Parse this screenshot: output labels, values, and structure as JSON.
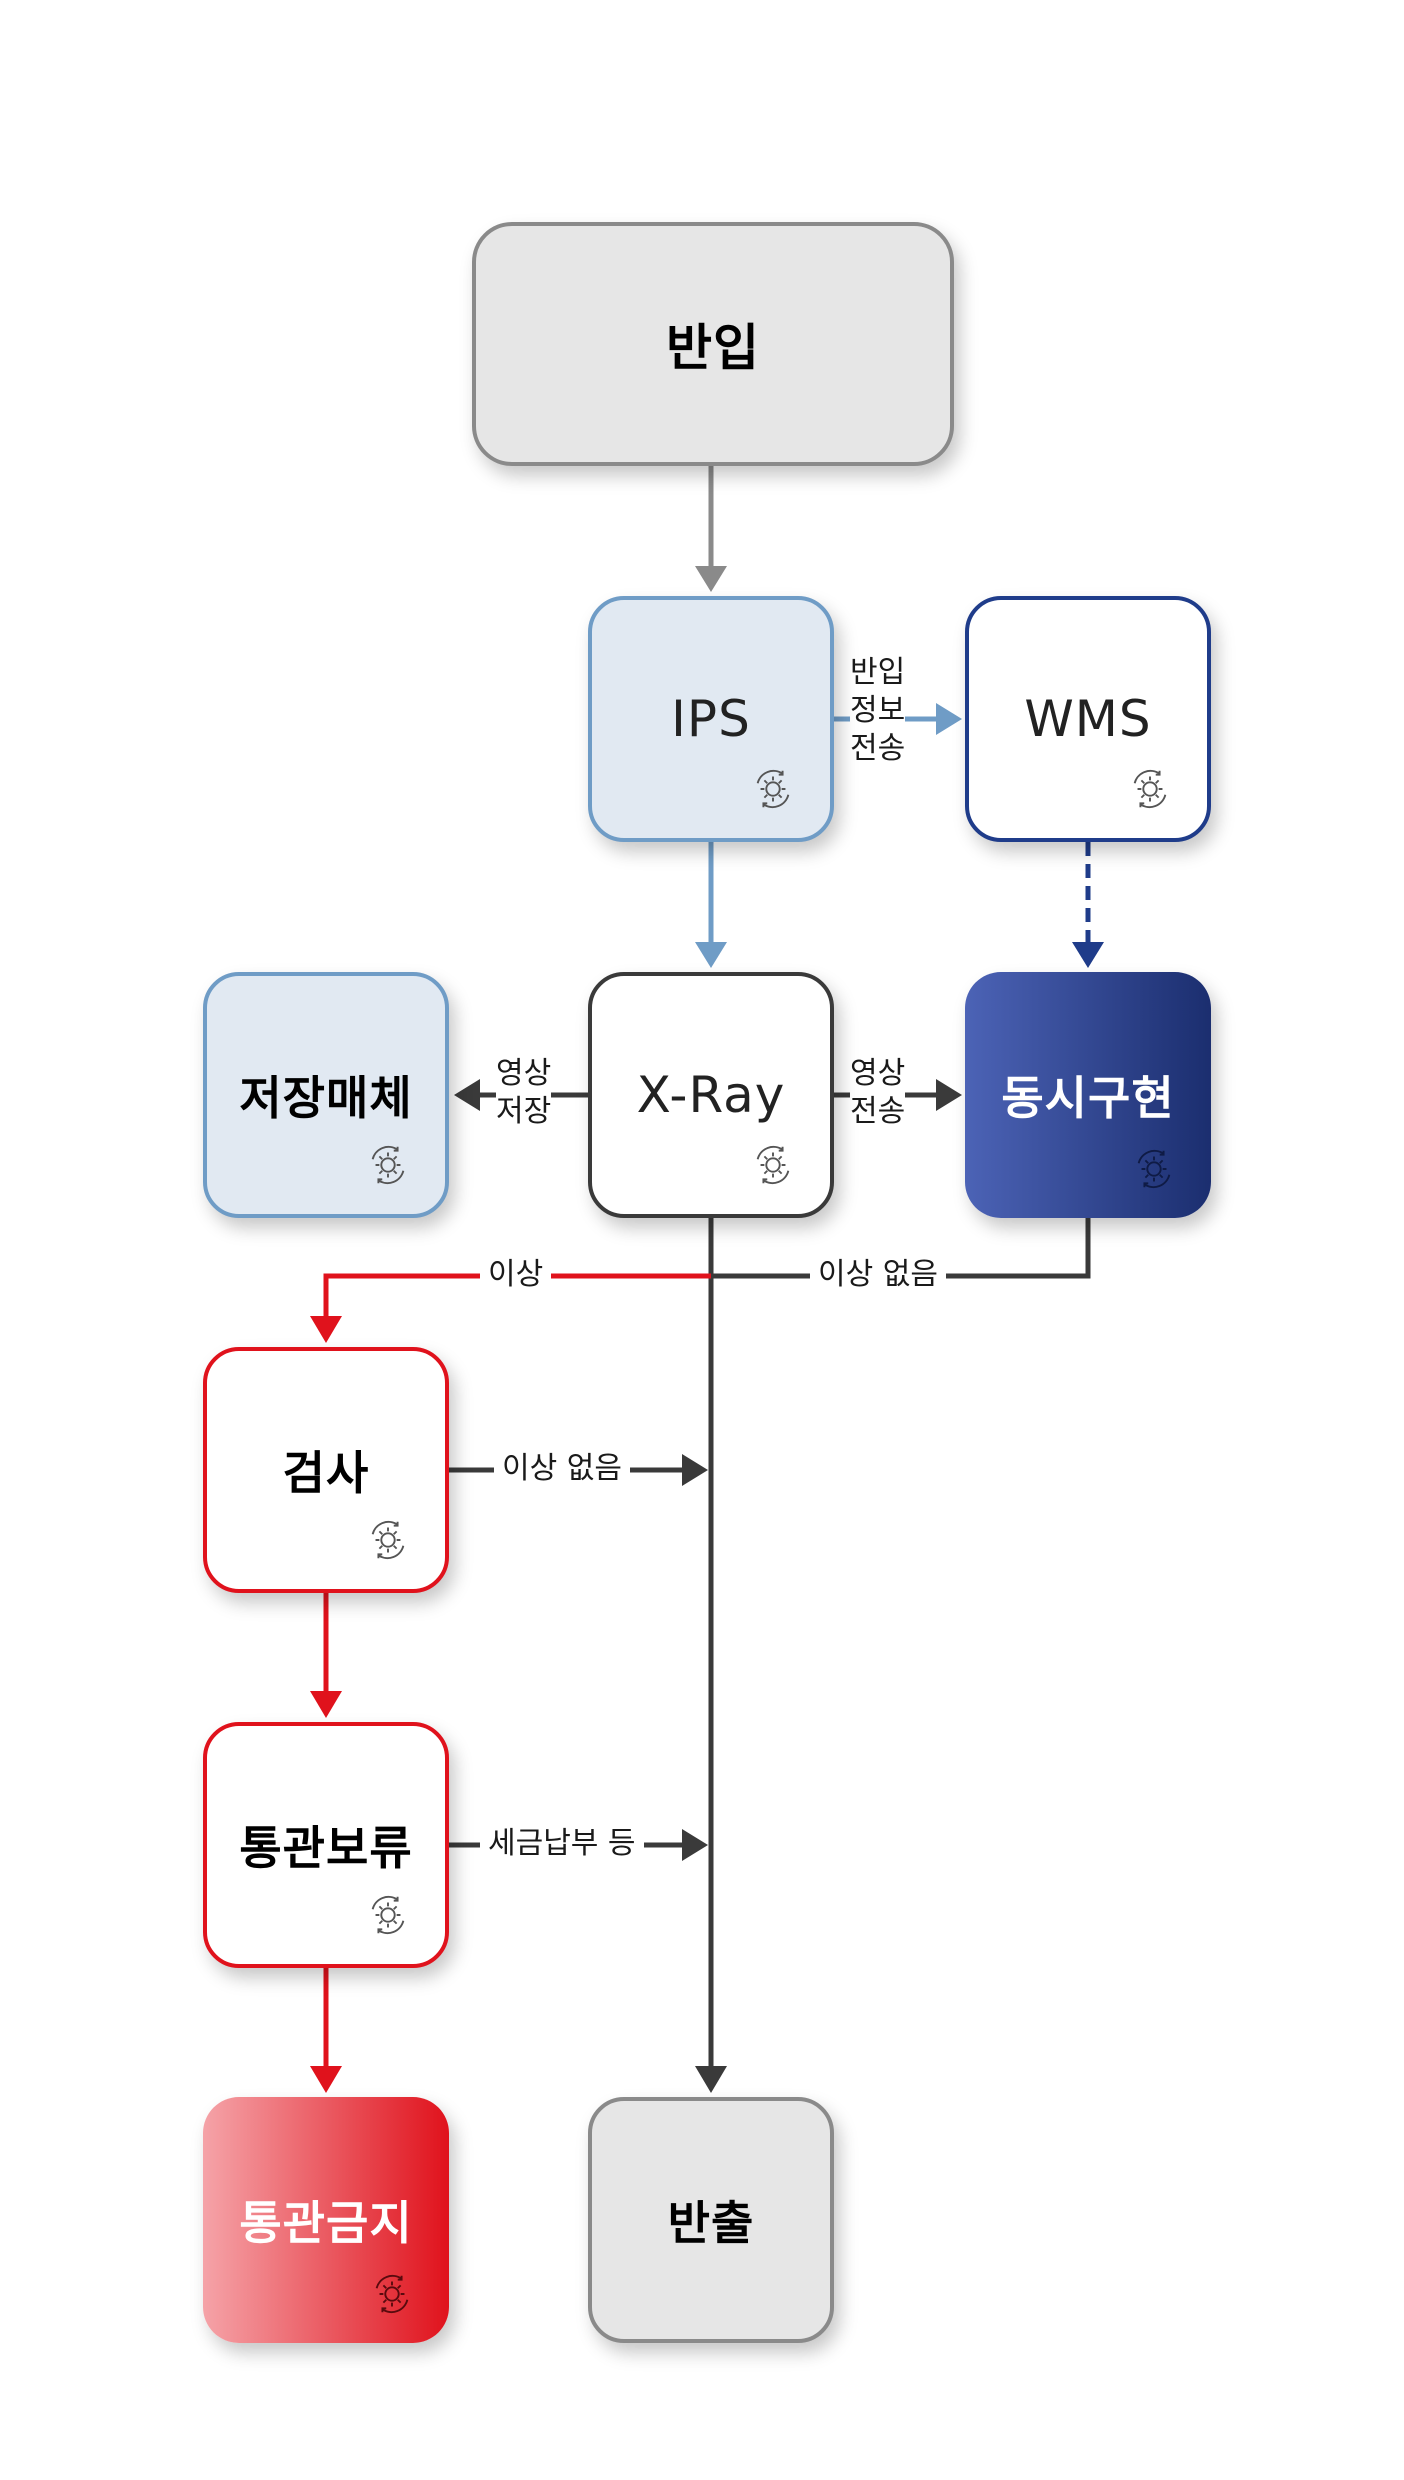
{
  "nodes": {
    "banip": "반입",
    "ips": "IPS",
    "wms": "WMS",
    "storage": "저장매체",
    "xray": "X-Ray",
    "sim": "동시구현",
    "inspect": "검사",
    "hold": "통관보류",
    "ban": "통관금지",
    "out": "반출"
  },
  "labels": {
    "ips_to_wms": [
      "반입",
      "정보",
      "전송"
    ],
    "xray_to_storage": [
      "영상",
      "저장"
    ],
    "xray_to_sim": [
      "영상",
      "전송"
    ],
    "abnormal": "이상",
    "normal_sim": "이상 없음",
    "normal_inspect": "이상 없음",
    "tax_payment": "세금납부 등"
  },
  "colors": {
    "gray_flow": "#8a8a8a",
    "blue_flow": "#6f9cc6",
    "navy_flow": "#1f3c8a",
    "dark_flow": "#3a3a3a",
    "red_flow": "#e0121c"
  },
  "icons": {
    "node_badge": "gear-cycle-icon"
  }
}
